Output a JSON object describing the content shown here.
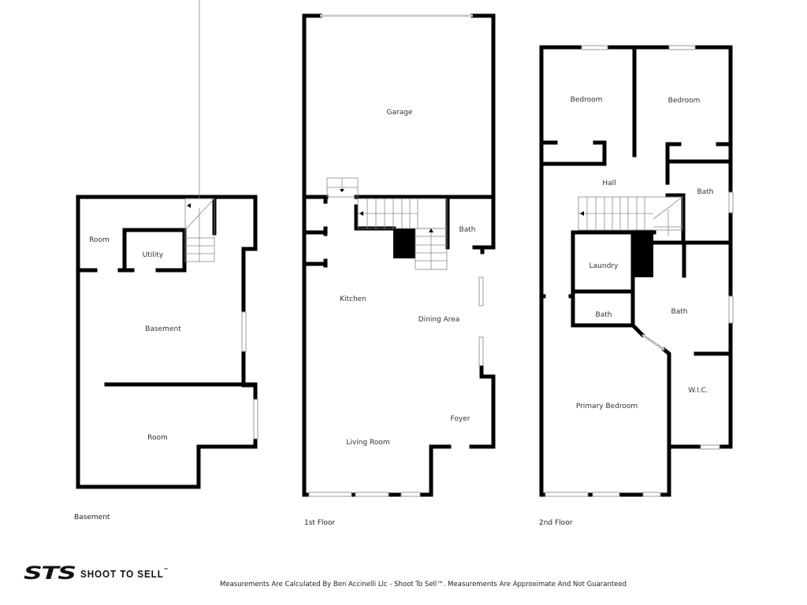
{
  "floors": [
    {
      "name": "Basement",
      "rooms": [
        {
          "label": "Room"
        },
        {
          "label": "Utility"
        },
        {
          "label": "Basement"
        },
        {
          "label": "Room"
        }
      ]
    },
    {
      "name": "1st Floor",
      "rooms": [
        {
          "label": "Garage"
        },
        {
          "label": "Bath"
        },
        {
          "label": "Kitchen"
        },
        {
          "label": "Dining Area"
        },
        {
          "label": "Foyer"
        },
        {
          "label": "Living Room"
        }
      ]
    },
    {
      "name": "2nd Floor",
      "rooms": [
        {
          "label": "Bedroom"
        },
        {
          "label": "Bedroom"
        },
        {
          "label": "Hall"
        },
        {
          "label": "Bath"
        },
        {
          "label": "Laundry"
        },
        {
          "label": "Bath"
        },
        {
          "label": "Bath"
        },
        {
          "label": "W.I.C."
        },
        {
          "label": "Primary Bedroom"
        }
      ]
    }
  ],
  "branding": {
    "logo_mark": "STS",
    "logo_text": "SHOOT TO SELL",
    "logo_tm": "™",
    "disclaimer": "Measurements Are Calculated By Ben Accinelli Llc - Shoot To Sell™. Measurements Are Approximate And Not Guaranteed"
  },
  "colors": {
    "wall": "#000000",
    "window": "#bbbbbb",
    "background": "#ffffff"
  }
}
